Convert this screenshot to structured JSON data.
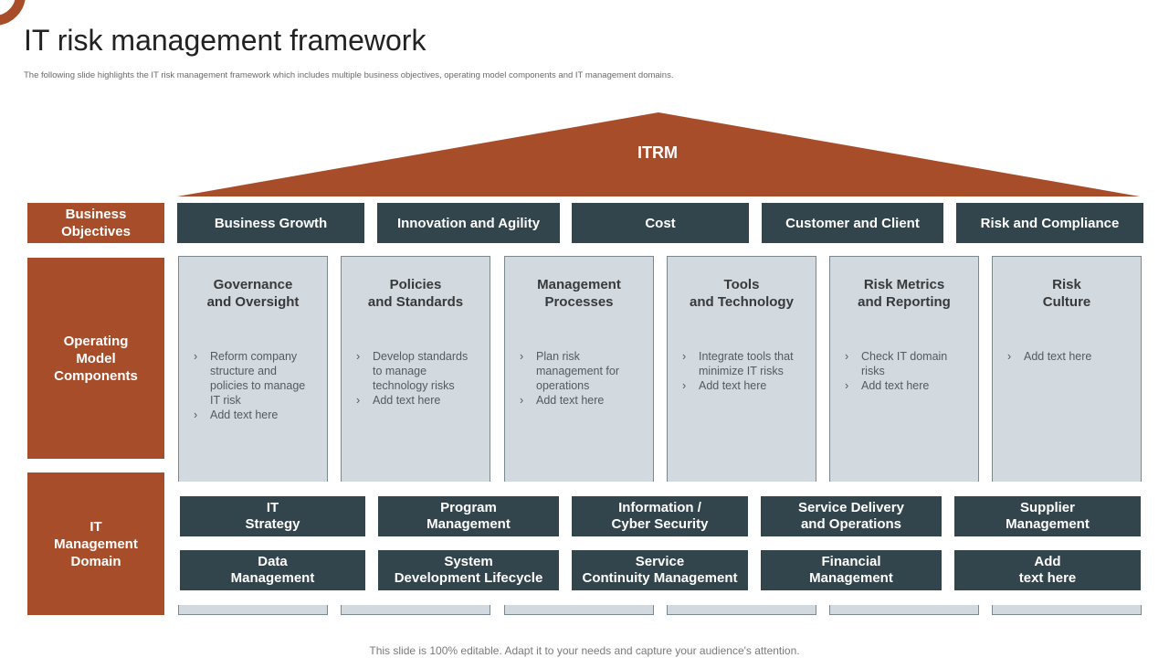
{
  "slide": {
    "title": "IT risk management framework",
    "subtitle": "The following slide highlights the IT  risk management  framework which includes multiple business objectives, operating model components and IT management  domains.",
    "footer": "This slide is 100% editable. Adapt it to your needs and capture your audience's attention."
  },
  "colors": {
    "accent": "#a84d2a",
    "dark": "#32444c",
    "panel": "#d2dadf"
  },
  "roof": {
    "label": "ITRM"
  },
  "side_labels": {
    "objectives": "Business\nObjectives",
    "components": "Operating\nModel\nComponents",
    "domain": "IT\nManagement\nDomain"
  },
  "objectives": [
    "Business Growth",
    "Innovation and Agility",
    "Cost",
    "Customer and Client",
    "Risk and Compliance"
  ],
  "components": [
    {
      "title": "Governance\nand Oversight",
      "items": [
        "Reform company structure and policies to manage IT risk",
        "Add text here"
      ]
    },
    {
      "title": "Policies\nand Standards",
      "items": [
        "Develop standards to manage technology risks",
        "Add text here"
      ]
    },
    {
      "title": "Management\nProcesses",
      "items": [
        "Plan risk management for operations",
        "Add text here"
      ]
    },
    {
      "title": "Tools\nand Technology",
      "items": [
        "Integrate tools that minimize IT risks",
        "Add text here"
      ]
    },
    {
      "title": "Risk Metrics\nand Reporting",
      "items": [
        "Check IT domain risks",
        "Add text here"
      ]
    },
    {
      "title": "Risk\nCulture",
      "items": [
        "Add text here"
      ]
    }
  ],
  "domains": [
    "IT\nStrategy",
    "Program\nManagement",
    "Information /\nCyber Security",
    "Service Delivery\nand Operations",
    "Supplier\nManagement",
    "Data\nManagement",
    "System\nDevelopment Lifecycle",
    "Service\nContinuity Management",
    "Financial\nManagement",
    "Add\ntext here"
  ]
}
